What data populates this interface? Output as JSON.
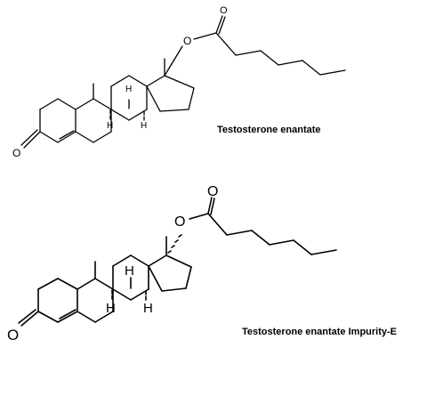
{
  "structures": [
    {
      "caption": "Testosterone enantate",
      "atom_labels": {
        "ester_oxygen": "O",
        "carbonyl_oxygen": "O",
        "ketone_oxygen": "O",
        "h9": "H",
        "h8": "H",
        "h14": "H"
      }
    },
    {
      "caption": "Testosterone enantate Impurity-E",
      "atom_labels": {
        "ester_oxygen": "O",
        "carbonyl_oxygen": "O",
        "ketone_oxygen": "O",
        "h9": "H",
        "h8": "H",
        "h14": "H"
      }
    }
  ]
}
